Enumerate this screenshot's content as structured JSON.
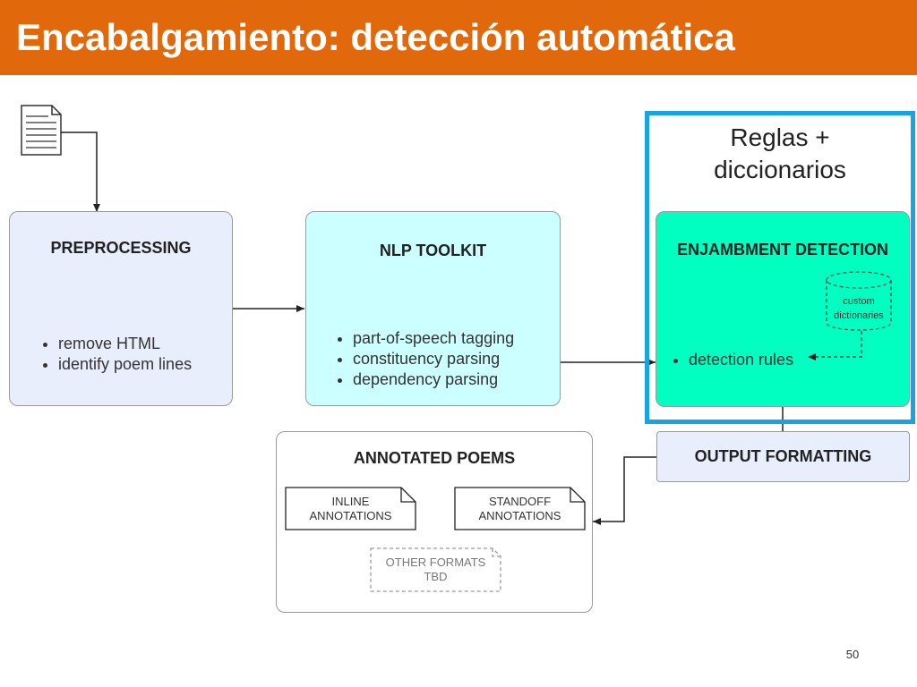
{
  "slide": {
    "title": "Encabalgamiento: detección automática",
    "page_number": "50"
  },
  "colors": {
    "title_bar": "#e1690c",
    "preprocessing_fill": "#e8eefb",
    "nlp_fill": "#ccffff",
    "enjambment_fill": "#00ffc0",
    "output_fill": "#e8eefb",
    "highlight_border": "#1aa3e0"
  },
  "diagram": {
    "source_icon": "document-icon",
    "preprocessing": {
      "title": "PREPROCESSING",
      "items": [
        "remove HTML",
        "identify poem lines"
      ]
    },
    "nlp": {
      "title": "NLP TOOLKIT",
      "items": [
        "part-of-speech tagging",
        "constituency parsing",
        "dependency parsing"
      ]
    },
    "enjambment": {
      "title": "ENJAMBMENT DETECTION",
      "db_label_line1": "custom",
      "db_label_line2": "dictionaries",
      "items": [
        "detection rules"
      ]
    },
    "rules_label_line1": "Reglas +",
    "rules_label_line2": "diccionarios",
    "output": {
      "title": "OUTPUT FORMATTING"
    },
    "annotated": {
      "title": "ANNOTATED POEMS",
      "inline_line1": "INLINE",
      "inline_line2": "ANNOTATIONS",
      "standoff_line1": "STANDOFF",
      "standoff_line2": "ANNOTATIONS",
      "other_line1": "OTHER FORMATS",
      "other_line2": "TBD"
    }
  }
}
